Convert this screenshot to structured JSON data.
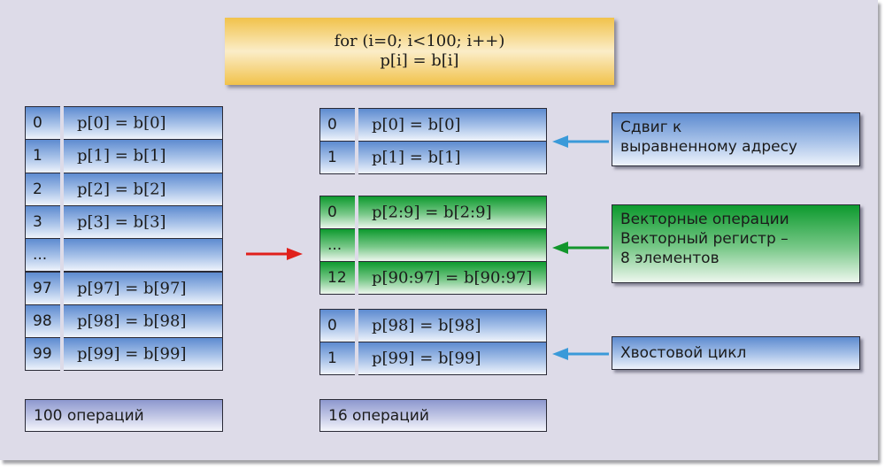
{
  "header": {
    "line1": "for (i=0; i<100; i++)",
    "line2": "p[i] = b[i]"
  },
  "left_table": {
    "rows": [
      {
        "index": "0",
        "expr": "p[0] = b[0]"
      },
      {
        "index": "1",
        "expr": "p[1] = b[1]"
      },
      {
        "index": "2",
        "expr": "p[2] = b[2]"
      },
      {
        "index": "3",
        "expr": "p[3] = b[3]"
      },
      {
        "index": "...",
        "expr": ""
      },
      {
        "index": "97",
        "expr": "p[97] = b[97]"
      },
      {
        "index": "98",
        "expr": "p[98] = b[98]"
      },
      {
        "index": "99",
        "expr": "p[99] = b[99]"
      }
    ],
    "summary": "100 операций"
  },
  "right_tables": {
    "prologue": [
      {
        "index": "0",
        "expr": "p[0] = b[0]"
      },
      {
        "index": "1",
        "expr": "p[1] = b[1]"
      }
    ],
    "vector": [
      {
        "index": "0",
        "expr": "p[2:9] = b[2:9]"
      },
      {
        "index": "...",
        "expr": ""
      },
      {
        "index": "12",
        "expr": "p[90:97] = b[90:97]"
      }
    ],
    "epilogue": [
      {
        "index": "0",
        "expr": "p[98] = b[98]"
      },
      {
        "index": "1",
        "expr": "p[99] = b[99]"
      }
    ],
    "summary": "16 операций"
  },
  "annotations": {
    "alignment": [
      "Сдвиг к",
      "выравненному адресу"
    ],
    "vector": [
      "Векторные операции",
      "Векторный регистр –",
      "8 элементов"
    ],
    "tail": [
      "Хвостовой цикл"
    ]
  },
  "colors": {
    "background": "#dddbe8",
    "blue_arrow": "#3a9ad9",
    "green_arrow": "#12962c",
    "red_arrow": "#e0201c"
  }
}
